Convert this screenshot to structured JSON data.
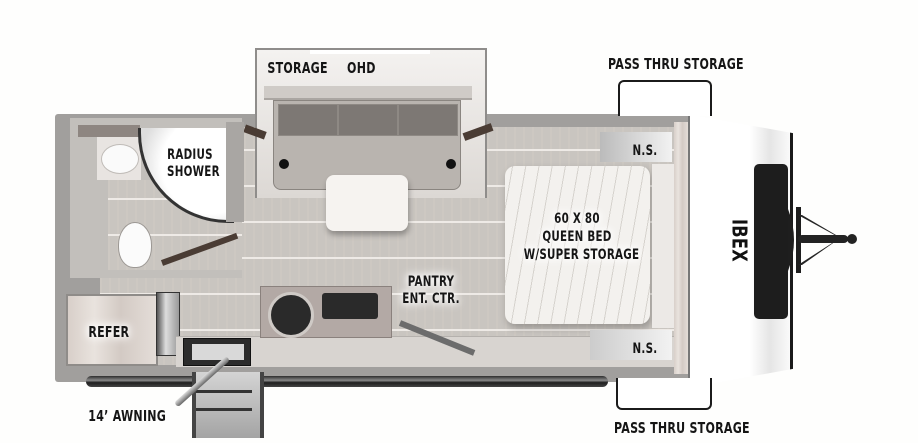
{
  "title": "IBEX travel trailer floor plan",
  "brand": "IBEX",
  "labels": {
    "storage": "STORAGE",
    "ohd": "OHD",
    "radius_shower": [
      "RADIUS",
      "SHOWER"
    ],
    "pass_thru_top": "PASS THRU STORAGE",
    "pass_thru_bottom": "PASS THRU STORAGE",
    "ns_top": "N.S.",
    "ns_bottom": "N.S.",
    "bed": [
      "60 X 80",
      "QUEEN BED",
      "W/SUPER STORAGE"
    ],
    "pantry": [
      "PANTRY",
      "ENT. CTR."
    ],
    "refer": "REFER",
    "awning": "14’ AWNING"
  },
  "colors": {
    "background": "#fefefd",
    "floor": "#c9c5c0",
    "wall": "#9b9997",
    "text": "#151515",
    "front_cap": "#ffffff",
    "hitch": "#1e1e1e"
  }
}
